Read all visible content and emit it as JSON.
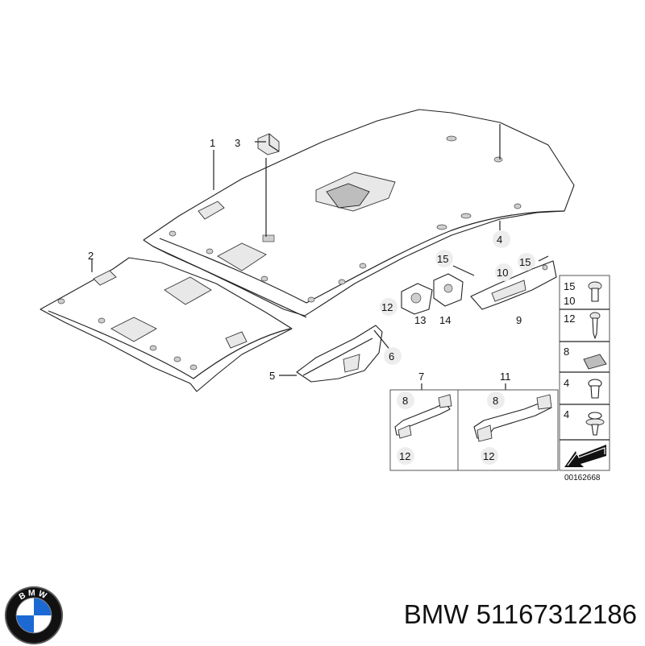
{
  "brand": {
    "name": "BMW",
    "part_number": "51167312186",
    "logo_letters": "BMW",
    "colors": {
      "blue": "#1c69d4",
      "black": "#111111"
    }
  },
  "diagram": {
    "document_number": "00162668",
    "callouts": {
      "c1": "1",
      "c2": "2",
      "c3": "3",
      "c4": "4",
      "c5": "5",
      "c6": "6",
      "c7": "7",
      "c9": "9",
      "c10": "10",
      "c11": "11",
      "c12": "12",
      "c13": "13",
      "c14": "14",
      "c15a": "15",
      "c15b": "15",
      "h7_8": "8",
      "h7_12": "12",
      "h11_8": "8",
      "h11_12": "12"
    },
    "legend": [
      {
        "id": "leg1",
        "labels": [
          "15",
          "10"
        ],
        "icon": "torx-screw-icon"
      },
      {
        "id": "leg2",
        "labels": [
          "12"
        ],
        "icon": "self-tapping-screw-icon"
      },
      {
        "id": "leg3",
        "labels": [
          "8"
        ],
        "icon": "cover-cap-icon"
      },
      {
        "id": "leg4",
        "labels": [
          "4"
        ],
        "icon": "expanding-rivet-icon"
      },
      {
        "id": "leg5",
        "labels": [
          "4"
        ],
        "icon": "plastic-clip-icon"
      }
    ]
  }
}
